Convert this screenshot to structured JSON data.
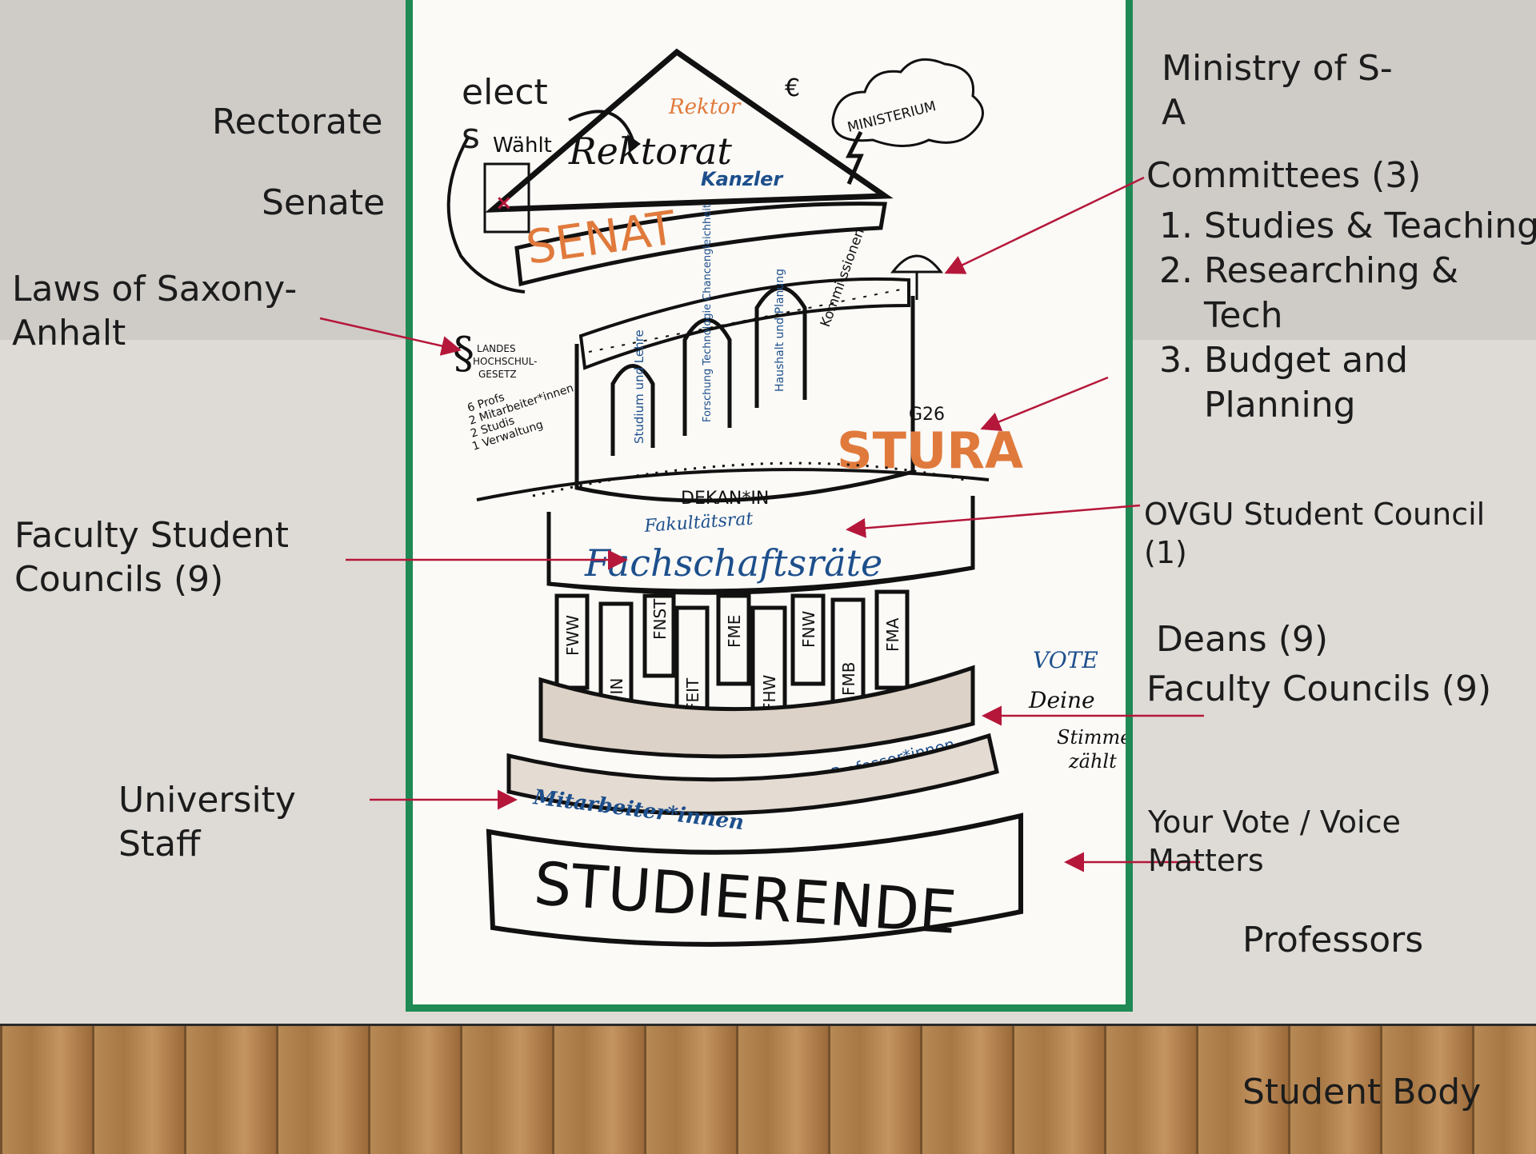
{
  "labels": {
    "rectorate": "Rectorate",
    "senate": "Senate",
    "laws": [
      "Laws of Saxony-",
      "Anhalt"
    ],
    "elects": [
      "elect",
      "s"
    ],
    "ministry": [
      "Ministry of S-",
      "A"
    ],
    "committees_title": "Committees (3)",
    "committees": [
      "Studies & Teaching",
      "Researching & Tech",
      "Budget and Planning"
    ],
    "ovgu_council": [
      "OVGU Student Council",
      "(1)"
    ],
    "faculty_student_councils": [
      "Faculty Student",
      "Councils  (9)"
    ],
    "deans": "Deans (9)",
    "faculty_councils": "Faculty Councils (9)",
    "university_staff": [
      "University",
      "Staff"
    ],
    "your_vote": [
      "Your Vote / Voice",
      "Matters"
    ],
    "professors": "Professors",
    "student_body": "Student Body"
  },
  "poster": {
    "waehlt": "Wählt",
    "rektor": "Rektor",
    "rektorat": "Rektorat",
    "kanzler": "Kanzler",
    "ministerium": "MINISTERIUM",
    "senat": "SENAT",
    "landes": "§ LANDES HOCHSCHUL GESETZ",
    "members": [
      "6 Profs",
      "2 Mitarbeiter*innen",
      "2 Studis",
      "1 Verwaltung"
    ],
    "arches": [
      "Studium und Lehre",
      "Forschung Technologie Chancengleichheit",
      "Haushalt und Planung"
    ],
    "kommissionen": "Kommi-ssionen",
    "g26": "G26",
    "stura": "STURA",
    "dekan": "DEKAN*IN",
    "fakultaetsrat": "Fakultätsrat",
    "fachschaftsraete": "Fachschaftsräte",
    "columns": [
      "FWW",
      "FIN",
      "FNST",
      "FEIT",
      "FME",
      "FHW",
      "FNW",
      "FMB",
      "FMA"
    ],
    "vote": [
      "VOTE",
      "Deine",
      "Stimme",
      "zählt"
    ],
    "professor_innen": "Professor*innen",
    "mitarbeiter": "Mitarbeiter*innen",
    "studierende": "STUDIERENDE"
  },
  "colors": {
    "arrow": "#b5173a",
    "orange": "#e07a3c",
    "blue": "#1d4f8c",
    "frame": "#1f8a55"
  }
}
